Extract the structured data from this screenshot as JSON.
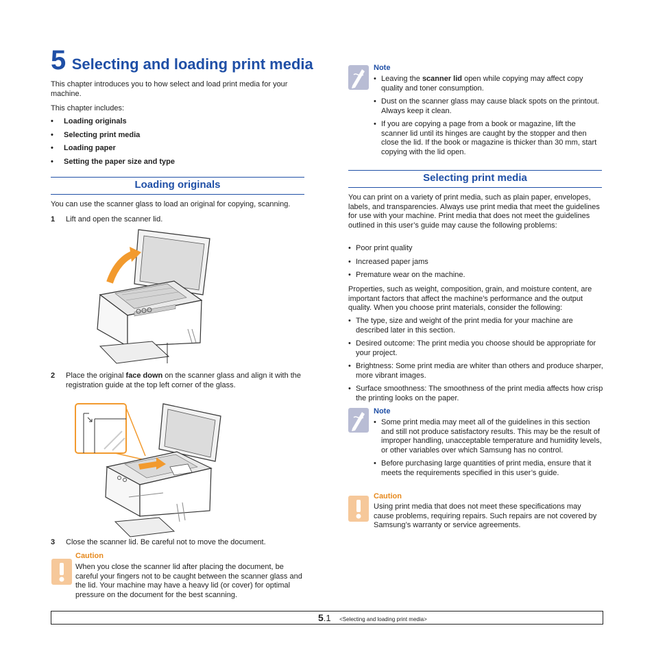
{
  "chapter": {
    "number": "5",
    "title": "Selecting and loading print media"
  },
  "intro": "This chapter introduces you to how select and load print media for your machine.",
  "includes_label": "This chapter includes:",
  "includes": [
    "Loading originals",
    "Selecting print media",
    "Loading paper",
    "Setting the paper size and type"
  ],
  "loading": {
    "heading": "Loading originals",
    "intro": "You can use the scanner glass to load an original for copying, scanning.",
    "step1": {
      "num": "1",
      "text": "Lift and open the scanner lid."
    },
    "step2": {
      "num": "2",
      "pre": "Place the original ",
      "bold": "face down",
      "post": " on the scanner glass and align it with the registration guide at the top left corner of the glass."
    },
    "step3": {
      "num": "3",
      "text": "Close the scanner lid. Be careful not to move the document."
    },
    "caution": {
      "title": "Caution",
      "text": "When you close the scanner lid after placing the document, be careful your fingers not to be caught between the scanner glass and the lid. Your machine may have a heavy lid (or cover) for optimal pressure on the document for the best scanning."
    }
  },
  "note1": {
    "title": "Note",
    "item1": {
      "pre": "Leaving the ",
      "bold": "scanner lid",
      "post": " open while copying may affect copy quality and toner consumption."
    },
    "item2": "Dust on the scanner glass may cause black spots on the printout. Always keep it clean.",
    "item3": "If you are copying a page from a book or magazine, lift the scanner lid until its hinges are caught by the stopper and then close the lid. If the book or magazine is thicker than 30 mm, start copying with the lid open."
  },
  "selecting": {
    "heading": "Selecting print media",
    "intro": "You can print on a variety of print media, such as plain paper, envelopes, labels, and transparencies. Always use print media that meet the guidelines for use with your machine. Print media that does not meet the guidelines outlined in this user’s guide may cause the following problems:",
    "problems": [
      "Poor print quality",
      "Increased paper jams",
      "Premature wear on the machine."
    ],
    "properties": "Properties, such as weight, composition, grain, and moisture content, are important factors that affect the machine’s performance and the output quality. When you choose print materials, consider the following:",
    "considerations": [
      "The type, size and weight of the print media for your machine are described later in this section.",
      "Desired outcome: The print media you choose should be appropriate for your project.",
      "Brightness: Some print media are whiter than others and produce sharper, more vibrant images.",
      "Surface smoothness: The smoothness of the print media affects how crisp the printing looks on the paper."
    ],
    "note": {
      "title": "Note",
      "items": [
        "Some print media may meet all of the guidelines in this section and still not produce satisfactory results. This may be the result of improper handling, unacceptable temperature and humidity levels, or other variables over which Samsung has no control.",
        "Before purchasing large quantities of print media, ensure that it meets the requirements specified in this user’s guide."
      ]
    },
    "caution": {
      "title": "Caution",
      "text": "Using print media that does not meet these specifications may cause problems, requiring repairs. Such repairs are not covered by Samsung’s warranty or service agreements."
    }
  },
  "footer": {
    "page_major": "5",
    "page_minor": ".1",
    "label": "<Selecting and loading print media>"
  },
  "colors": {
    "accent": "#1f4fa6",
    "caution": "#e6891d"
  }
}
